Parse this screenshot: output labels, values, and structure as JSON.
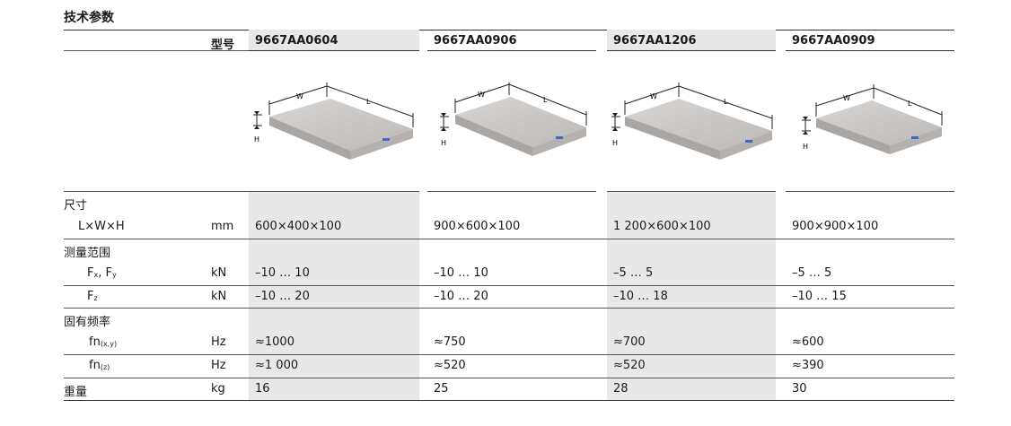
{
  "title": "技术参数",
  "model_label": "型号",
  "models": [
    "9667AA0604",
    "9667AA0906",
    "9667AA1206",
    "9667AA0909"
  ],
  "image_labels": {
    "w": "W",
    "l": "L",
    "h": "H"
  },
  "sections": {
    "size": "尺寸",
    "range": "测量范围",
    "freq": "固有频率",
    "weight": "重量"
  },
  "rows": {
    "lwh": {
      "label": "L×W×H",
      "unit": "mm",
      "values": [
        "600×400×100",
        "900×600×100",
        "1 200×600×100",
        "900×900×100"
      ]
    },
    "fxy": {
      "label_main": "F",
      "sub1": "x",
      "mid": ", F",
      "sub2": "y",
      "unit": "kN",
      "values": [
        "–10 … 10",
        "–10 … 10",
        "–5 … 5",
        "–5 … 5"
      ]
    },
    "fz": {
      "label_main": "F",
      "sub1": "z",
      "unit": "kN",
      "values": [
        "–10 … 20",
        "–10 … 20",
        "–10 … 18",
        "–10 … 15"
      ]
    },
    "fnxy": {
      "label_main": "fn",
      "sub1": "(x,y)",
      "unit": "Hz",
      "values": [
        "≈1000",
        "≈750",
        "≈700",
        "≈600"
      ]
    },
    "fnz": {
      "label_main": "fn",
      "sub1": "(z)",
      "unit": "Hz",
      "values": [
        "≈1 000",
        "≈520",
        "≈520",
        "≈390"
      ]
    },
    "weight": {
      "unit": "kg",
      "values": [
        "16",
        "25",
        "28",
        "30"
      ]
    }
  }
}
